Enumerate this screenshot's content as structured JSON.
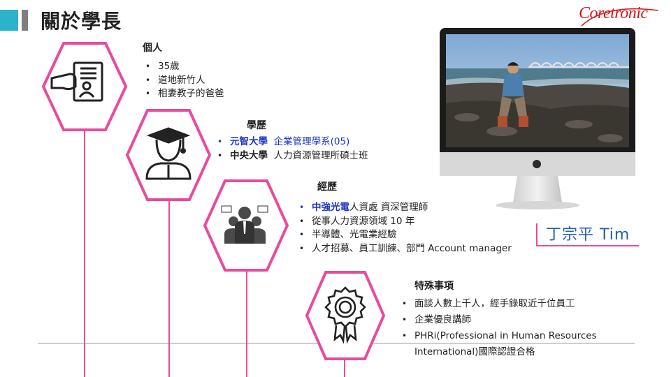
{
  "header": {
    "title": "關於學長",
    "logo": "Coretronic"
  },
  "profile": {
    "name": "丁宗平  Tim"
  },
  "sections": {
    "personal": {
      "title": "個人",
      "items": [
        "35歲",
        "道地新竹人",
        "相妻教子的爸爸"
      ]
    },
    "education": {
      "title": "學歷",
      "items": [
        {
          "school": "元智大學",
          "dept": "企業管理學系(05)"
        },
        {
          "school": "中央大學",
          "dept": "人力資源管理所碩士班"
        }
      ]
    },
    "experience": {
      "title": "經歷",
      "first": {
        "company": "中強光電",
        "rest": "人資處 資深管理師"
      },
      "items": [
        "從事人力資源領域 10 年",
        "半導體、光電業經驗",
        "人才招募、員工訓練、部門 Account manager"
      ]
    },
    "special": {
      "title": "特殊事項",
      "items": [
        "面談人數上千人，經手錄取近千位員工",
        "企業優良講師",
        "PHRi(Professional in Human Resources",
        "International)國際認證合格"
      ]
    }
  },
  "colors": {
    "accent": "#e84b9c",
    "title_teal": "#2ab3c9",
    "highlight_blue": "#1a35c8",
    "name_blue": "#1f5fa6",
    "logo_red": "#d7141a"
  },
  "icons": [
    "resume-icon",
    "graduate-icon",
    "team-icon",
    "gear-badge-icon"
  ]
}
